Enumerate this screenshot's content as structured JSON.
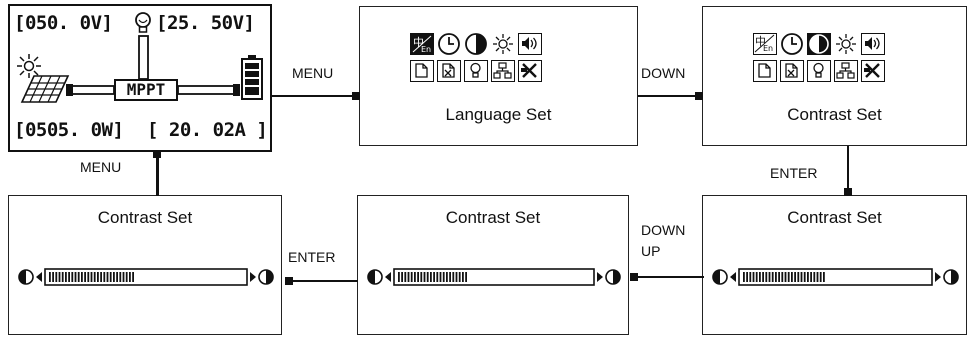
{
  "main_screen": {
    "pv_voltage": "[050. 0V]",
    "battery_voltage": "[25. 50V]",
    "power": "[0505. 0W]",
    "current": "[ 20. 02A ]",
    "mode": "MPPT"
  },
  "menu_screen_1": {
    "caption": "Language Set"
  },
  "menu_screen_2": {
    "caption": "Contrast Set"
  },
  "contrast_screen_1": {
    "title": "Contrast Set",
    "level": 0.43
  },
  "contrast_screen_2": {
    "title": "Contrast Set",
    "level": 0.36
  },
  "contrast_screen_3": {
    "title": "Contrast Set",
    "level": 0.44
  },
  "labels": {
    "menu_right": "MENU",
    "down": "DOWN",
    "enter_right": "ENTER",
    "down_up_line1": "DOWN",
    "down_up_line2": "UP",
    "enter_left": "ENTER",
    "menu_bottom": "MENU"
  },
  "colors": {
    "line": "#111111",
    "background": "#ffffff"
  }
}
